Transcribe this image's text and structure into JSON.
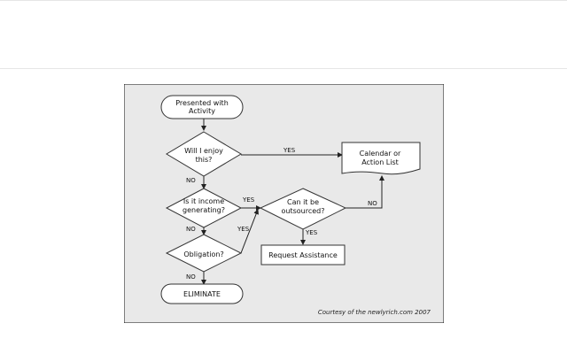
{
  "diagram": {
    "nodes": {
      "presented": [
        "Presented with",
        "Activity"
      ],
      "enjoy": [
        "Will I enjoy",
        "this?"
      ],
      "income": [
        "Is it income",
        "generating?"
      ],
      "obligation": [
        "Obligation?"
      ],
      "eliminate": [
        "ELIMINATE"
      ],
      "outsourced": [
        "Can it be",
        "outsourced?"
      ],
      "calendar": [
        "Calendar or",
        "Action List"
      ],
      "request": [
        "Request Assistance"
      ]
    },
    "edges": {
      "yes": "YES",
      "no": "NO"
    },
    "credit": "Courtesy of the newlyrich.com 2007"
  },
  "colors": {
    "panel": "#e9e9e9",
    "stroke": "#333333",
    "box": "#ffffff"
  }
}
